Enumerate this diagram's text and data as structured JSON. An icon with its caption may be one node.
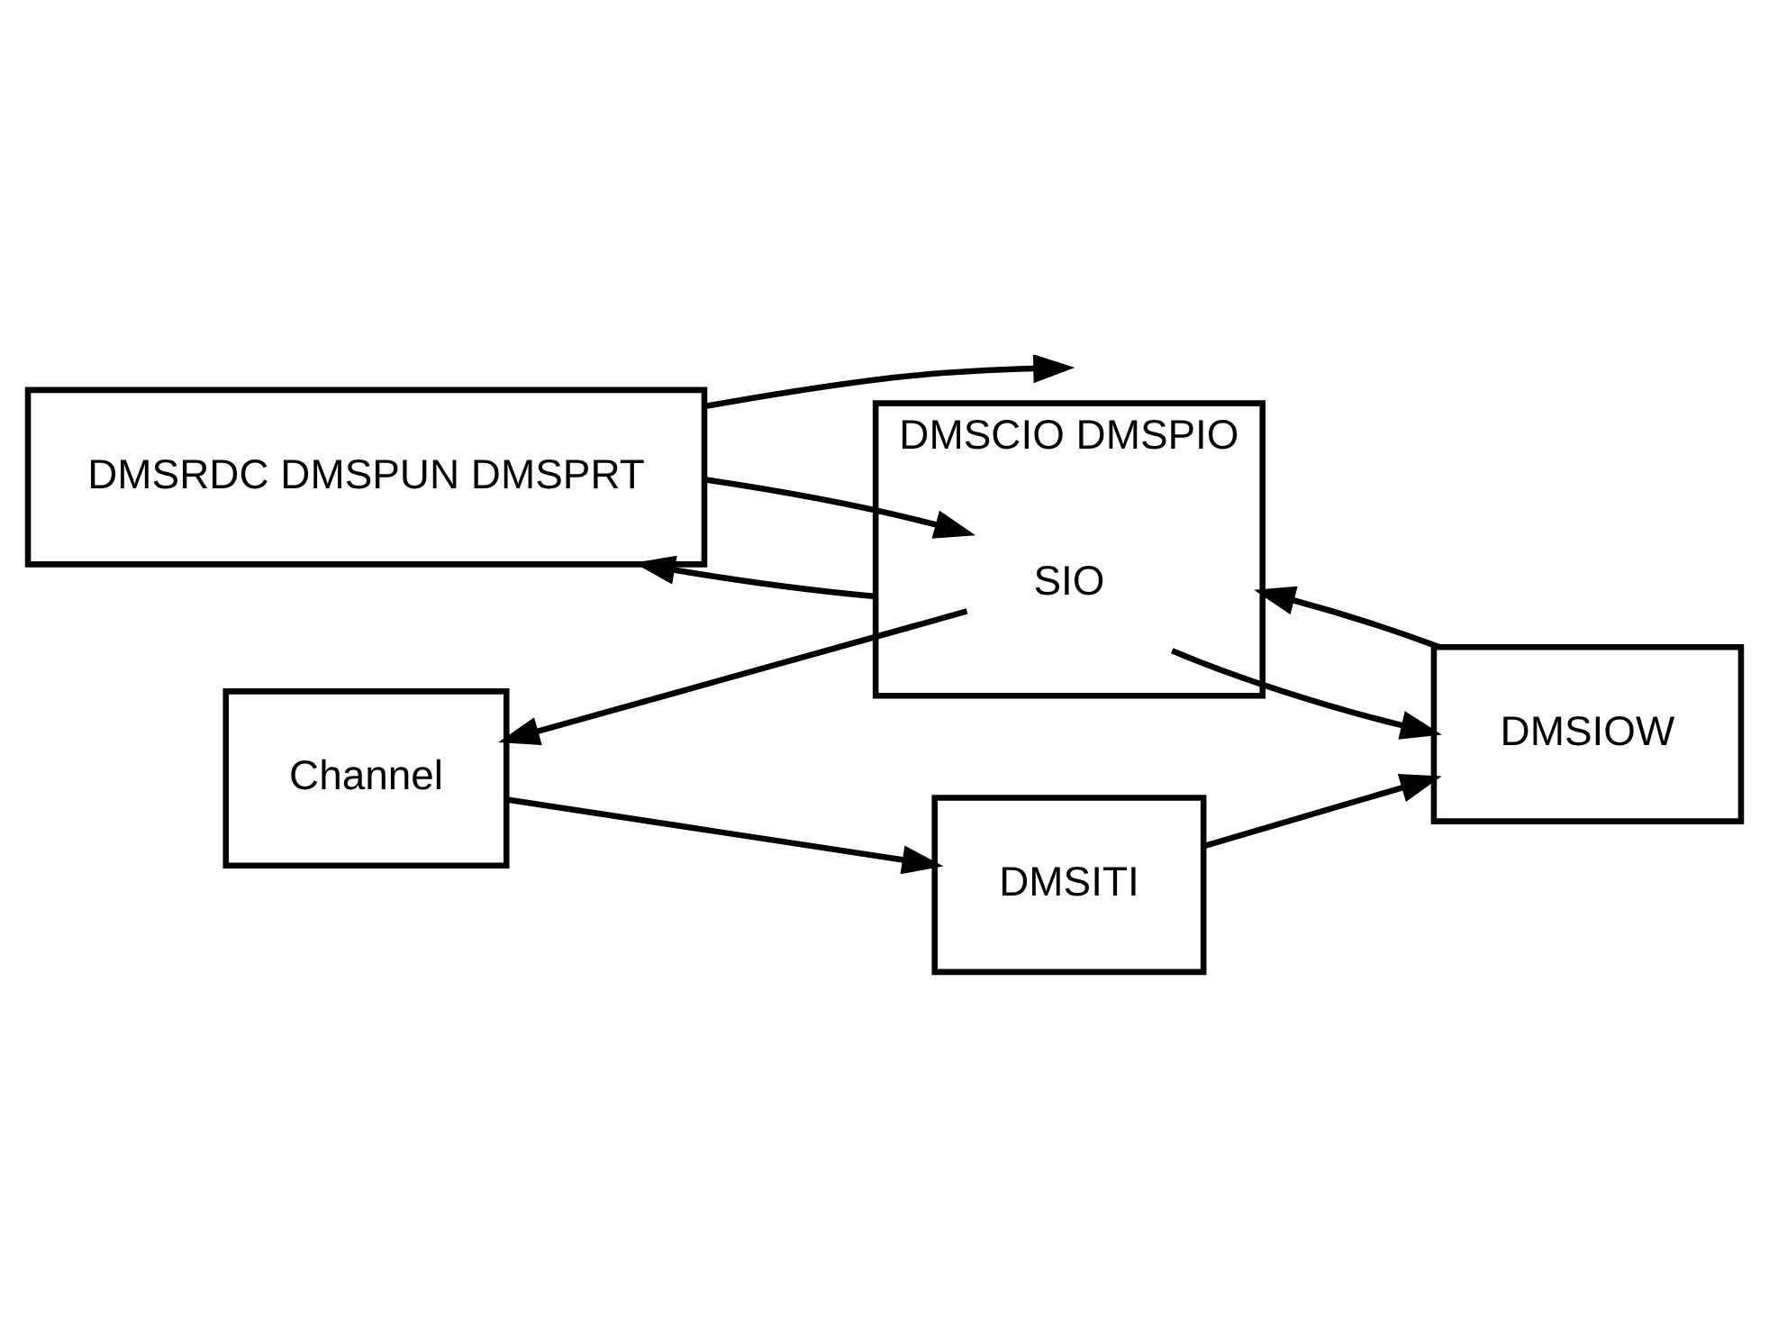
{
  "diagram": {
    "nodes": [
      {
        "text": [
          "DMSRDC DMSPUN DMSPRT"
        ]
      },
      {
        "text": [
          "DMSCIO DMSPIO"
        ]
      },
      {
        "text": [
          "SIO"
        ],
        "in": 1
      },
      {
        "text": [
          "Channel"
        ]
      },
      {
        "text": [
          "DMSIOW"
        ]
      },
      {
        "text": [
          "DMSITI"
        ]
      }
    ],
    "edges": [
      {
        "from": 0,
        "to": 2,
        "arrow": "to"
      },
      {
        "from": 2,
        "to": 3,
        "arrow": "to"
      },
      {
        "from": 2,
        "to": 4,
        "arrow": "to"
      },
      {
        "from": 3,
        "to": 5,
        "arrow": "to"
      },
      {
        "from": 5,
        "to": 4,
        "arrow": "to"
      },
      {
        "from": 4,
        "to": 1,
        "arrow": "to"
      },
      {
        "from": 1,
        "to": 0,
        "arrow": "to"
      },
      {
        "from": 0,
        "to": null,
        "arrow": "to"
      }
    ]
  }
}
